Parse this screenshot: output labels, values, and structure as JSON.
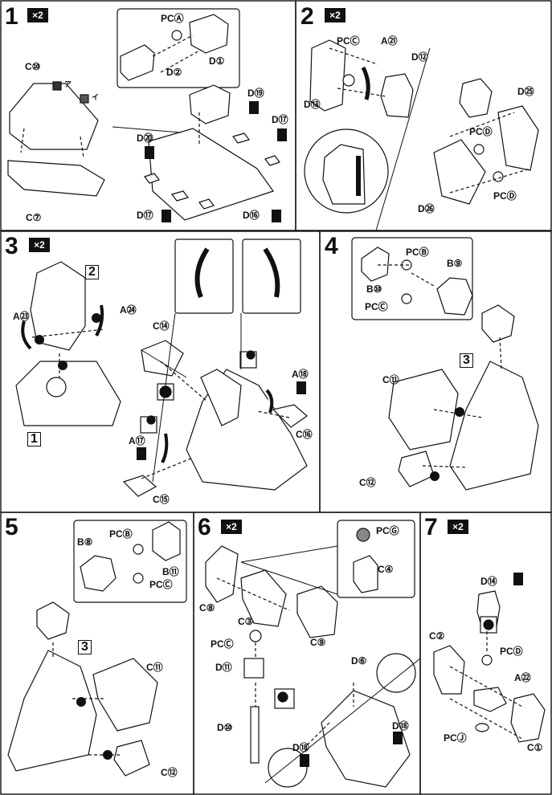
{
  "steps": [
    {
      "num": "1",
      "multiplier": "×2"
    },
    {
      "num": "2",
      "multiplier": "×2"
    },
    {
      "num": "3",
      "multiplier": "×2"
    },
    {
      "num": "4",
      "multiplier": ""
    },
    {
      "num": "5",
      "multiplier": ""
    },
    {
      "num": "6",
      "multiplier": "×2"
    },
    {
      "num": "7",
      "multiplier": "×2"
    }
  ],
  "labels": {
    "s1": [
      "PCⒶ",
      "D①",
      "D②",
      "C⑩",
      "C⑦",
      "D⑲",
      "D⑰",
      "D⑳",
      "D⑰",
      "D⑯",
      "ア",
      "イ"
    ],
    "s2": [
      "PCⒸ",
      "A㉑",
      "D⑫",
      "D⑬",
      "D㉕",
      "PCⒹ",
      "PCⒹ",
      "D㉖"
    ],
    "s3": [
      "A㉓",
      "A㉔",
      "C⑭",
      "A⑱",
      "C⑯",
      "A⑰",
      "C⑮"
    ],
    "s4": [
      "PCⒷ",
      "B⑨",
      "B⑩",
      "PCⒸ",
      "C⑪",
      "C⑫"
    ],
    "s5": [
      "PCⒷ",
      "B⑧",
      "B⑪",
      "PCⒸ",
      "C⑪",
      "C⑫"
    ],
    "s6": [
      "PCⒼ",
      "C④",
      "C⑧",
      "C③",
      "C⑨",
      "PCⒸ",
      "D⑪",
      "D⑩",
      "D⑥",
      "D⑱",
      "D⑱"
    ],
    "s7": [
      "D⑭",
      "C②",
      "PCⒹ",
      "A㉒",
      "PCⒿ",
      "C①"
    ]
  },
  "refs": {
    "s3_sub": "2",
    "s3_base": "1",
    "s4_ref": "3",
    "s5_ref": "3"
  }
}
